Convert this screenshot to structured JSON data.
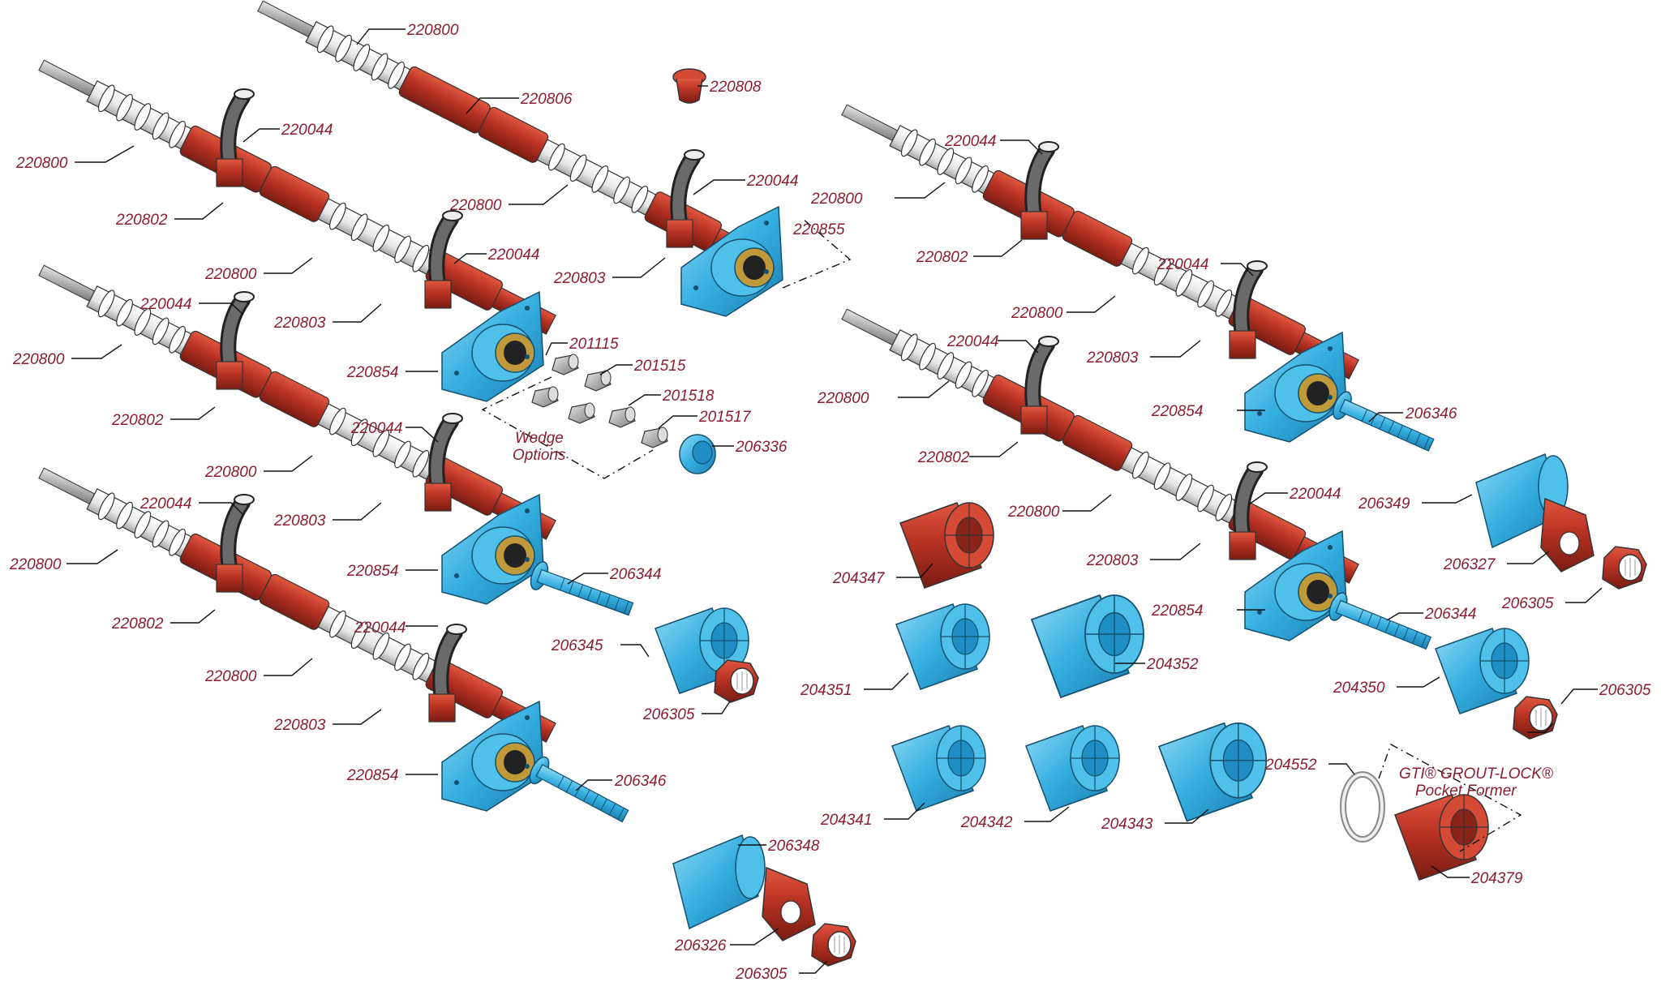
{
  "colors": {
    "label": "#8b1e2f",
    "sleeve_red": "#b83224",
    "plate_blue": "#34aee0",
    "strand_white": "#f2f2f2",
    "hose_dark": "#3a3a3a",
    "wedge_grey": "#9a9a9a"
  },
  "parts": {
    "strand": "220800",
    "sleeve_coupler": "220806",
    "cap": "220808",
    "grout_tube": "220044",
    "sleeve_tee": "220802",
    "trumpet": "220803",
    "anchor_plate_a": "220855",
    "anchor_plate": "220854",
    "wedge_1": "201115",
    "wedge_2": "201515",
    "wedge_3": "201518",
    "wedge_4": "201517",
    "pocket_nut": "206336",
    "bolt_a": "206344",
    "bolt_b": "206346",
    "former_a": "206345",
    "former_b": "206348",
    "former_c": "206349",
    "insert_a": "206326",
    "insert_b": "206327",
    "cap_nut": "206305",
    "pocket_a": "204347",
    "pocket_b": "204351",
    "pocket_c": "204352",
    "pocket_d": "204341",
    "pocket_e": "204342",
    "pocket_f": "204343",
    "pocket_g": "204350",
    "ring": "204552",
    "grout_lock": "204379"
  },
  "captions": {
    "wedge_line1": "Wedge",
    "wedge_line2": "Options",
    "gti_line1": "GTI® GROUT-LOCK®",
    "gti_line2": "Pocket Former"
  }
}
